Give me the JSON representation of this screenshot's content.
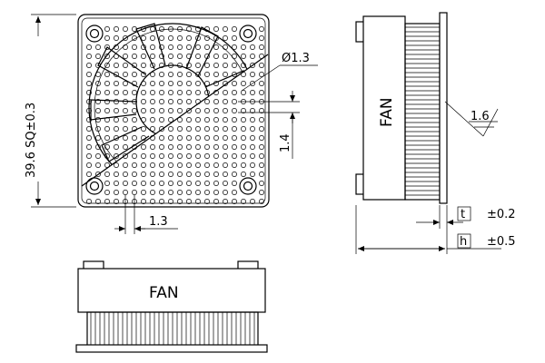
{
  "labels": {
    "size": "39.6  SQ±0.3",
    "hole_dia": "Ø1.3",
    "pitch_v": "1.4",
    "pitch_h": "1.3",
    "fan_side": "FAN",
    "fan_bottom": "FAN",
    "roughness": "1.6",
    "t_box": "t",
    "t_tol": "±0.2",
    "h_box": "h",
    "h_tol": "±0.5"
  }
}
